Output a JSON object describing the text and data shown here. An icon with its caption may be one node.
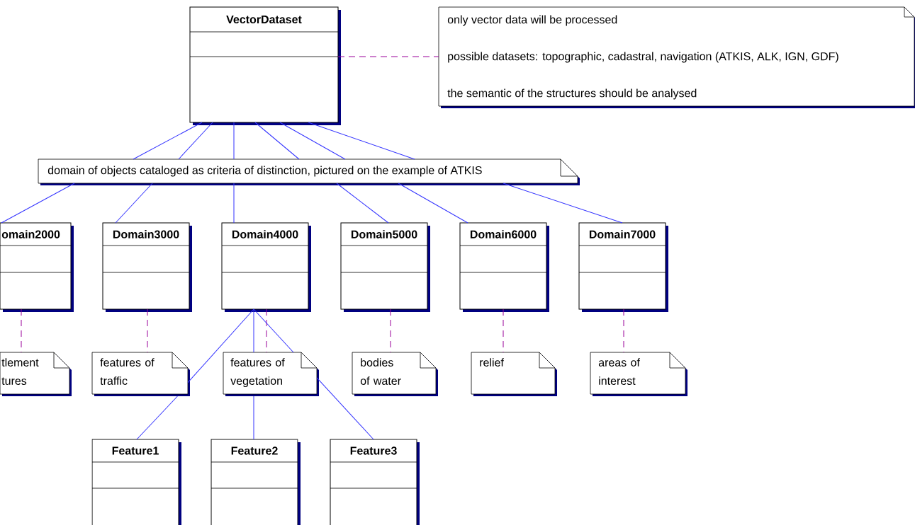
{
  "diagram": {
    "nodes": [
      {
        "text": [
          "VectorDataset"
        ]
      },
      {
        "text": [
          "only vector data will be processed",
          "possible datasets: topographic, cadastral, navigation (ATKIS, ALK, IGN, GDF)",
          "the semantic of the structures should be analysed"
        ]
      },
      {
        "text": [
          "domain of objects cataloged as criteria of distinction, pictured on the example of ATKIS"
        ]
      },
      {
        "text": [
          "omain2000"
        ]
      },
      {
        "text": [
          "Domain3000"
        ]
      },
      {
        "text": [
          "Domain4000"
        ]
      },
      {
        "text": [
          "Domain5000"
        ]
      },
      {
        "text": [
          "Domain6000"
        ]
      },
      {
        "text": [
          "Domain7000"
        ]
      },
      {
        "text": [
          "tlement tures"
        ]
      },
      {
        "text": [
          "features of traffic"
        ]
      },
      {
        "text": [
          "features of vegetation"
        ]
      },
      {
        "text": [
          "bodies of water"
        ]
      },
      {
        "text": [
          "relief"
        ]
      },
      {
        "text": [
          "areas of interest"
        ]
      },
      {
        "text": [
          "Feature1"
        ]
      },
      {
        "text": [
          "Feature2"
        ]
      },
      {
        "text": [
          "Feature3"
        ]
      }
    ],
    "edges": [
      {
        "from": 0,
        "to": 1,
        "arrow": "none",
        "style": "dashed",
        "color": "#990099"
      },
      {
        "from": 0,
        "to": 2,
        "arrow": "none"
      },
      {
        "from": 0,
        "to": 2,
        "arrow": "none"
      },
      {
        "from": 0,
        "to": 2,
        "arrow": "none"
      },
      {
        "from": 0,
        "to": 2,
        "arrow": "none"
      },
      {
        "from": 0,
        "to": 2,
        "arrow": "none"
      },
      {
        "from": 0,
        "to": 2,
        "arrow": "none"
      },
      {
        "from": 2,
        "to": 3,
        "arrow": "none"
      },
      {
        "from": 2,
        "to": 4,
        "arrow": "none"
      },
      {
        "from": 2,
        "to": 5,
        "arrow": "none"
      },
      {
        "from": 2,
        "to": 6,
        "arrow": "none"
      },
      {
        "from": 2,
        "to": 7,
        "arrow": "none"
      },
      {
        "from": 2,
        "to": 8,
        "arrow": "none"
      },
      {
        "from": 3,
        "to": 9,
        "arrow": "none",
        "style": "dashed",
        "color": "#990099"
      },
      {
        "from": 4,
        "to": 10,
        "arrow": "none",
        "style": "dashed",
        "color": "#990099"
      },
      {
        "from": 5,
        "to": 11,
        "arrow": "none",
        "style": "dashed",
        "color": "#990099"
      },
      {
        "from": 6,
        "to": 12,
        "arrow": "none",
        "style": "dashed",
        "color": "#990099"
      },
      {
        "from": 7,
        "to": 13,
        "arrow": "none",
        "style": "dashed",
        "color": "#990099"
      },
      {
        "from": 8,
        "to": 14,
        "arrow": "none",
        "style": "dashed",
        "color": "#990099"
      },
      {
        "from": 5,
        "to": 10,
        "arrow": "none"
      },
      {
        "from": 10,
        "to": 15,
        "arrow": "none"
      },
      {
        "from": 5,
        "to": 11,
        "arrow": "none"
      },
      {
        "from": 11,
        "to": 16,
        "arrow": "none"
      },
      {
        "from": 5,
        "to": 11,
        "arrow": "none"
      },
      {
        "from": 11,
        "to": 17,
        "arrow": "none"
      }
    ]
  }
}
